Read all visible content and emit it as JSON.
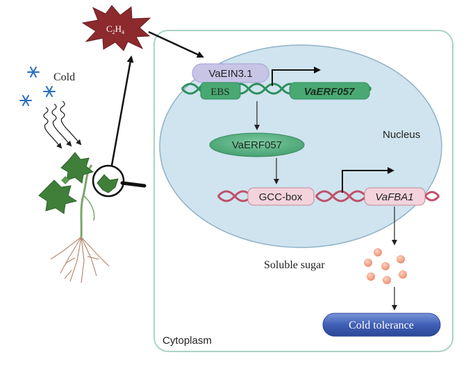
{
  "labels": {
    "ethylene_main": "C",
    "ethylene_sub2": "2",
    "ethylene_h": "H",
    "ethylene_sub4": "4",
    "cold": "Cold",
    "transcription_factor": "VaEIN3.1",
    "ebs_box": "EBS",
    "gene_erf": "VaERF057",
    "protein_erf": "VaERF057",
    "nucleus": "Nucleus",
    "gcc_box": "GCC-box",
    "gene_fba": "VaFBA1",
    "soluble_sugar": "Soluble sugar",
    "cold_tolerance": "Cold tolerance",
    "cytoplasm": "Cytoplasm"
  },
  "colors": {
    "cell_border": "#a9d3c1",
    "nucleus_fill": "#cfe4ee",
    "nucleus_stroke": "#8fb2c6",
    "dna_green": "#2f8f5f",
    "dna_red": "#c0506a",
    "box_green": "#4aa873",
    "ein_fill": "#c8c4e6",
    "pink_box": "#f3d3dc",
    "sugar_dot": "#ef9a7e",
    "tolerance_fill": "#3f5fb6",
    "ethylene_star": "#8c2a2e"
  },
  "icons": [
    "snowflake-icon",
    "plant-icon",
    "magnifier-icon",
    "ethylene-burst-icon"
  ]
}
